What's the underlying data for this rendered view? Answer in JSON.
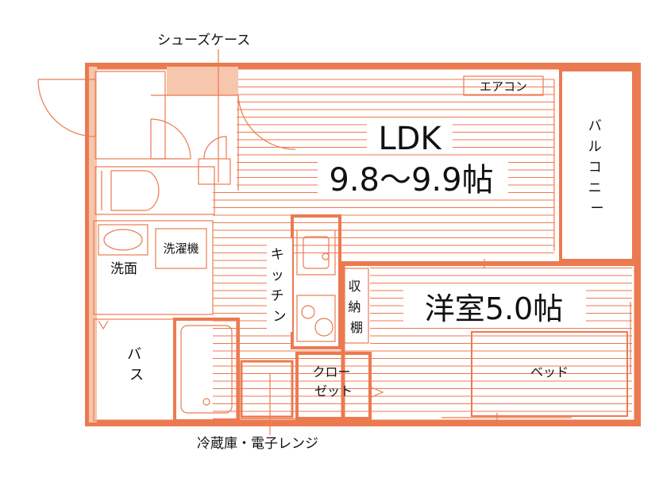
{
  "colors": {
    "wall": "#ec7a50",
    "wall_fill": "#f6c6ad",
    "text": "#111111",
    "background": "#ffffff"
  },
  "labels": {
    "shoe_case": "シューズケース",
    "aircon": "エアコン",
    "ldk_name": "LDK",
    "ldk_size": "9.8〜9.9帖",
    "balcony": [
      "バ",
      "ル",
      "コ",
      "ニ",
      "ー"
    ],
    "washing_machine": "洗濯機",
    "washroom": "洗面",
    "kitchen": [
      "キ",
      "ッ",
      "チ",
      "ン"
    ],
    "storage": [
      "収",
      "納",
      "棚"
    ],
    "western_room": "洋室5.0帖",
    "bath": [
      "バ",
      "ス"
    ],
    "closet": [
      "クロー",
      "ゼット"
    ],
    "bed": "ベッド",
    "fridge_microwave": "冷蔵庫・電子レンジ"
  }
}
